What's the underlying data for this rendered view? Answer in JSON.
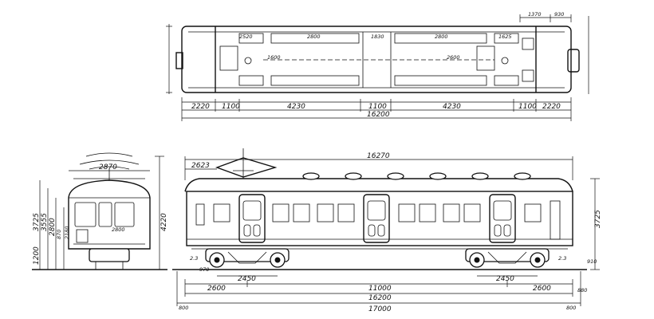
{
  "plan_view": {
    "lengths_row1": [
      "2220",
      "1100",
      "4230",
      "1100",
      "4230",
      "1100",
      "2220"
    ],
    "overall_length": "16200",
    "top_right": [
      "1370",
      "930"
    ],
    "inner": [
      "2520",
      "2800",
      "1830",
      "2800",
      "1625",
      "1600",
      "2600"
    ]
  },
  "side_view": {
    "top_length": "16270",
    "pantograph_offset": "2623",
    "height": "3725",
    "roof_step": "3725",
    "low_dims": [
      "2.3",
      "2.3",
      "970",
      "910",
      "880"
    ],
    "truck_wb_left": "2450",
    "truck_wb_right": "2450",
    "row1": [
      "2600",
      "11000",
      "2600"
    ],
    "row2": "16200",
    "row3": "17000",
    "end_markers": [
      "800",
      "800"
    ]
  },
  "end_view": {
    "width": "2870",
    "inner_width": "2800",
    "heights_left": [
      "3725",
      "3555",
      "2800",
      "1200"
    ],
    "heights_right": [
      "4220"
    ],
    "small": [
      "870",
      "2180"
    ]
  }
}
